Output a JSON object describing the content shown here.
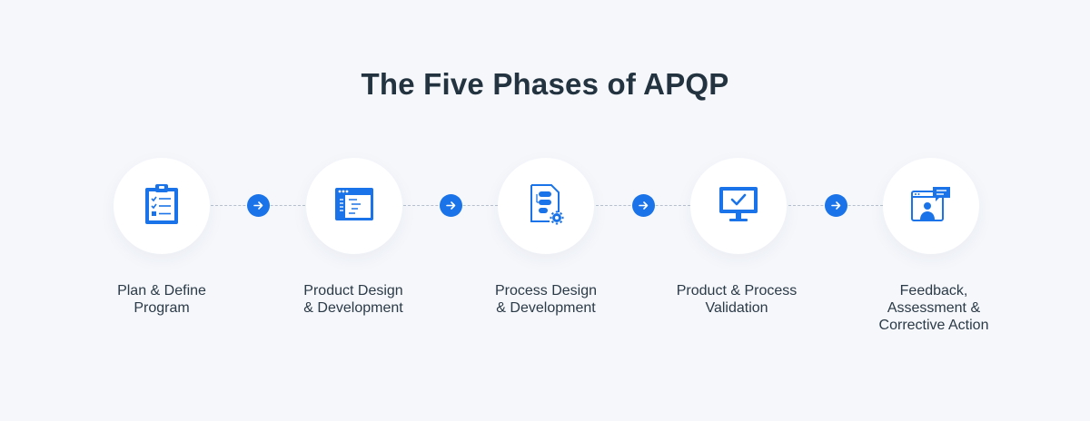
{
  "title": "The Five Phases of APQP",
  "colors": {
    "background": "#f5f7fb",
    "accent": "#1a73e8",
    "text": "#23333f",
    "connector": "#b5bfce"
  },
  "phases": [
    {
      "icon": "clipboard-checklist-icon",
      "label_lines": [
        "Plan & Define",
        "Program"
      ]
    },
    {
      "icon": "code-window-icon",
      "label_lines": [
        "Product Design",
        "& Development"
      ]
    },
    {
      "icon": "document-gear-icon",
      "label_lines": [
        "Process Design",
        "& Development"
      ]
    },
    {
      "icon": "monitor-check-icon",
      "label_lines": [
        "Product & Process",
        "Validation"
      ]
    },
    {
      "icon": "video-chat-feedback-icon",
      "label_lines": [
        "Feedback,",
        "Assessment &",
        "Corrective Action"
      ]
    }
  ]
}
